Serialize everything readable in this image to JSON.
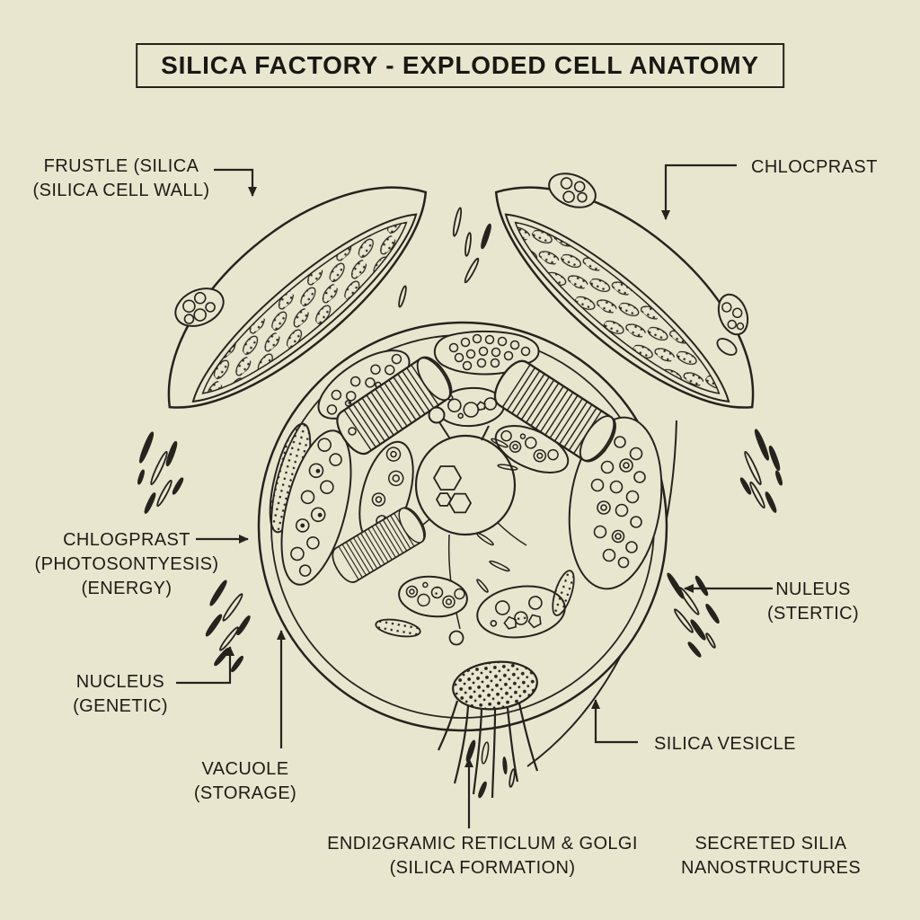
{
  "palette": {
    "paper": "#e9e6cf",
    "ink": "#26231e"
  },
  "title": {
    "text": "SILICA FACTORY - EXPLODED CELL ANATOMY"
  },
  "labels": {
    "frustule": {
      "line1": "FRUSTLE (SILICA",
      "line2": "(SILICA CELL WALL)"
    },
    "chloroplast_top_right": {
      "line1": "CHLOCPRAST"
    },
    "chloroplast_left": {
      "line1": "CHLOGPRAST",
      "line2": "(PHOTOSONTYESIS)",
      "line3": "(ENERGY)"
    },
    "nucleus_left": {
      "line1": "NUCLEUS",
      "line2": "(GENETIC)"
    },
    "vacuole": {
      "line1": "VACUOLE",
      "line2": "(STORAGE)"
    },
    "nucleus_right": {
      "line1": "NULEUS",
      "line2": "(STERTIC)"
    },
    "silica_vesicle": {
      "line1": "SILICA VESICLE"
    },
    "er_golgi": {
      "line1": "ENDI2GRAMIC RETICLUM & GOLGI",
      "line2": "(SILICA FORMATION)"
    },
    "secreted": {
      "line1": "SECRETED SILIA",
      "line2": "NANOSTRUCTURES"
    }
  }
}
